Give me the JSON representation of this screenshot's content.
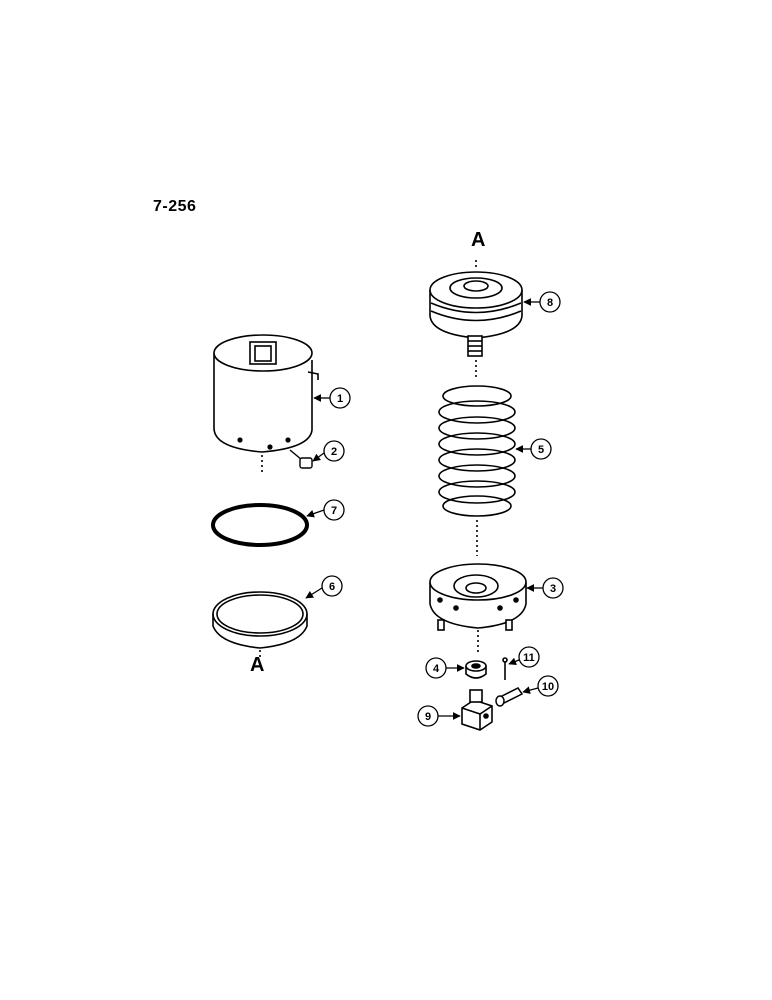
{
  "page": {
    "figure_number": "7-256"
  },
  "references": {
    "top": "A",
    "bottom": "A"
  },
  "callouts": {
    "c1": "1",
    "c2": "2",
    "c3": "3",
    "c4": "4",
    "c5": "5",
    "c6": "6",
    "c7": "7",
    "c8": "8",
    "c9": "9",
    "c10": "10",
    "c11": "11"
  },
  "colors": {
    "ink": "#000000",
    "paper": "#ffffff"
  }
}
